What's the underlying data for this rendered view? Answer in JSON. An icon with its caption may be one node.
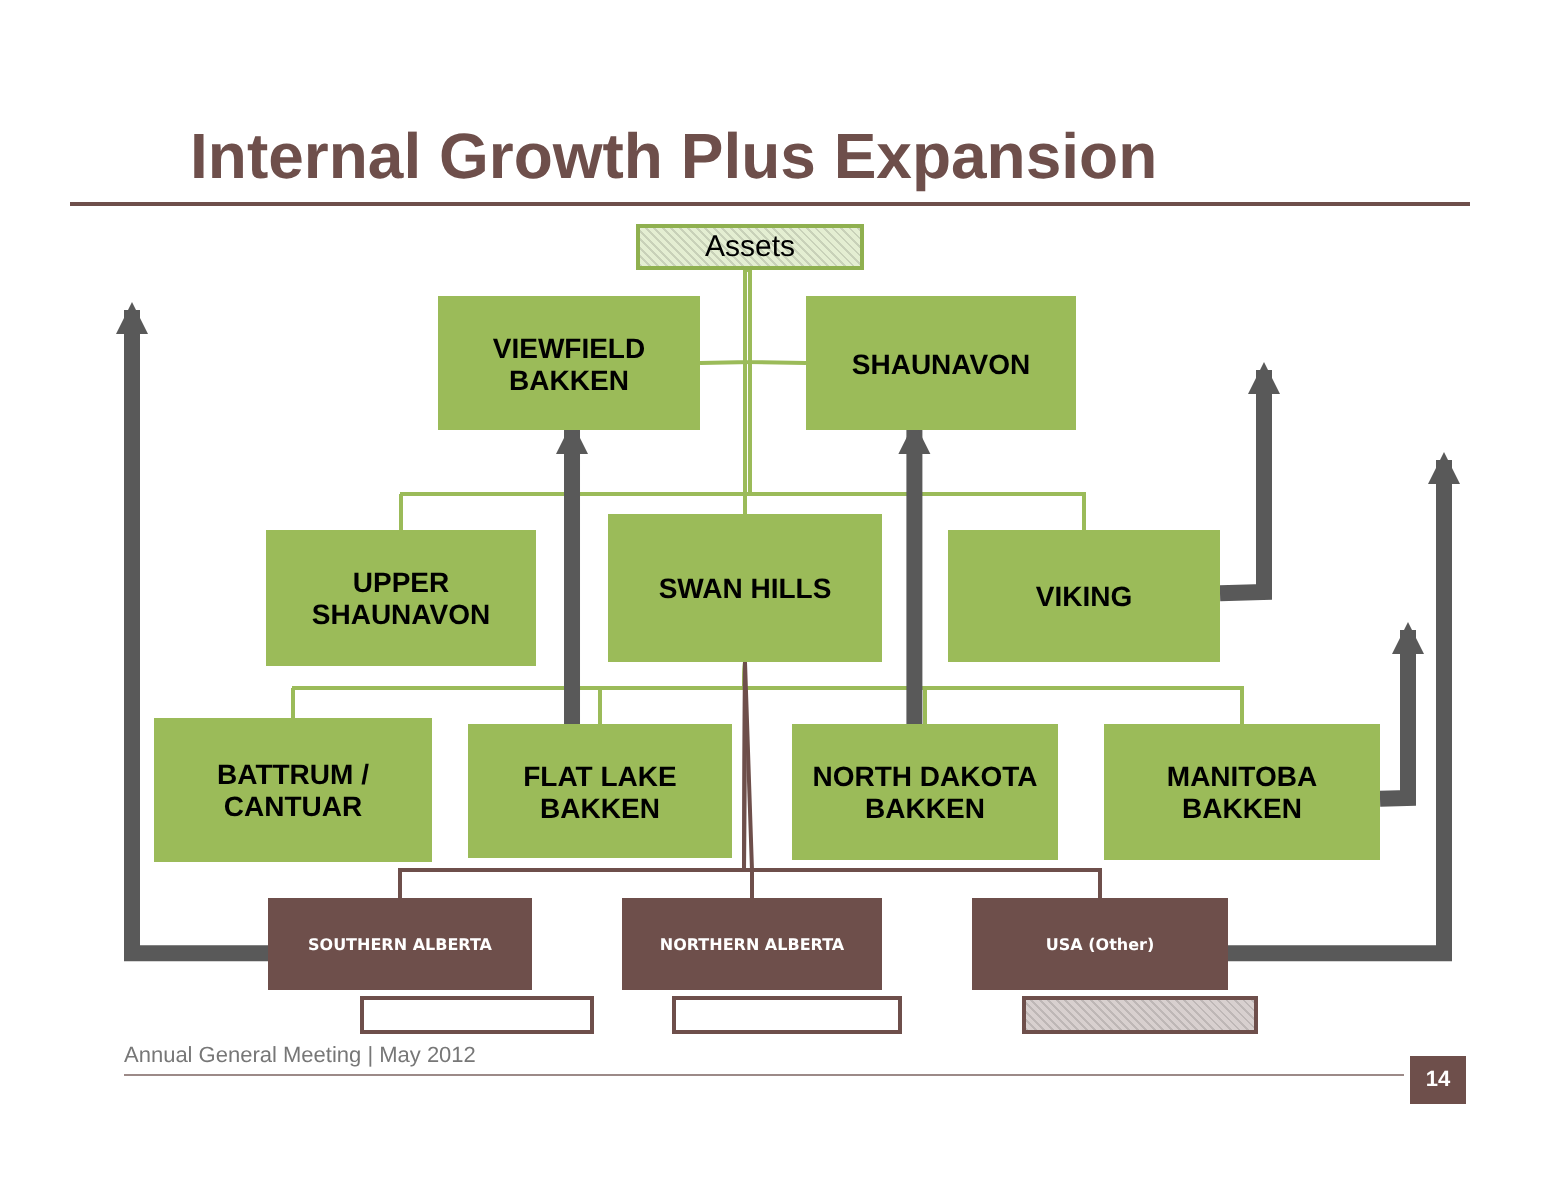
{
  "diagram": {
    "title": "Internal Growth Plus Expansion",
    "nodes": [
      {
        "text": [
          "Assets"
        ]
      },
      {
        "text": [
          "VIEWFIELD BAKKEN"
        ]
      },
      {
        "text": [
          "SHAUNAVON"
        ]
      },
      {
        "text": [
          "UPPER SHAUNAVON"
        ]
      },
      {
        "text": [
          "SWAN HILLS"
        ]
      },
      {
        "text": [
          "VIKING"
        ]
      },
      {
        "text": [
          "BATTRUM / CANTUAR"
        ]
      },
      {
        "text": [
          "FLAT LAKE BAKKEN"
        ]
      },
      {
        "text": [
          "NORTH DAKOTA BAKKEN"
        ]
      },
      {
        "text": [
          "MANITOBA BAKKEN"
        ]
      },
      {
        "text": [
          "SOUTHERN ALBERTA"
        ]
      },
      {
        "text": [
          "NORTHERN ALBERTA"
        ]
      },
      {
        "text": [
          "USA (Other)"
        ]
      },
      {
        "text": [],
        "shape": "box"
      },
      {
        "text": [],
        "shape": "box"
      },
      {
        "text": [],
        "shape": "box"
      }
    ],
    "edges": [
      {
        "from": 0,
        "to": 1,
        "arrow": "none"
      },
      {
        "from": 0,
        "to": 2,
        "arrow": "none"
      },
      {
        "from": 0,
        "to": 3,
        "arrow": "none"
      },
      {
        "from": 0,
        "to": 4,
        "arrow": "none"
      },
      {
        "from": 0,
        "to": 5,
        "arrow": "none"
      },
      {
        "from": 4,
        "to": 6,
        "arrow": "none"
      },
      {
        "from": 4,
        "to": 7,
        "arrow": "none"
      },
      {
        "from": 4,
        "to": 8,
        "arrow": "none"
      },
      {
        "from": 4,
        "to": 9,
        "arrow": "none"
      },
      {
        "from": 4,
        "to": 10,
        "arrow": "none",
        "color": "#6e4f4b"
      },
      {
        "from": 4,
        "to": 11,
        "arrow": "none",
        "color": "#6e4f4b"
      },
      {
        "from": 4,
        "to": 12,
        "arrow": "none",
        "color": "#6e4f4b"
      },
      {
        "from": 10,
        "to": null,
        "arrow": "to",
        "style": "thick",
        "color": "#595959"
      },
      {
        "from": 7,
        "to": 1,
        "arrow": "to",
        "style": "thick",
        "color": "#595959"
      },
      {
        "from": 8,
        "to": 2,
        "arrow": "to",
        "style": "thick",
        "color": "#595959"
      },
      {
        "from": 5,
        "to": null,
        "arrow": "to",
        "style": "thick",
        "color": "#595959"
      },
      {
        "from": 12,
        "to": null,
        "arrow": "to",
        "style": "thick",
        "color": "#595959"
      },
      {
        "from": 9,
        "to": null,
        "arrow": "to",
        "style": "thick",
        "color": "#595959"
      }
    ],
    "labels": [
      "Annual General Meeting | May 2012",
      "14"
    ]
  }
}
